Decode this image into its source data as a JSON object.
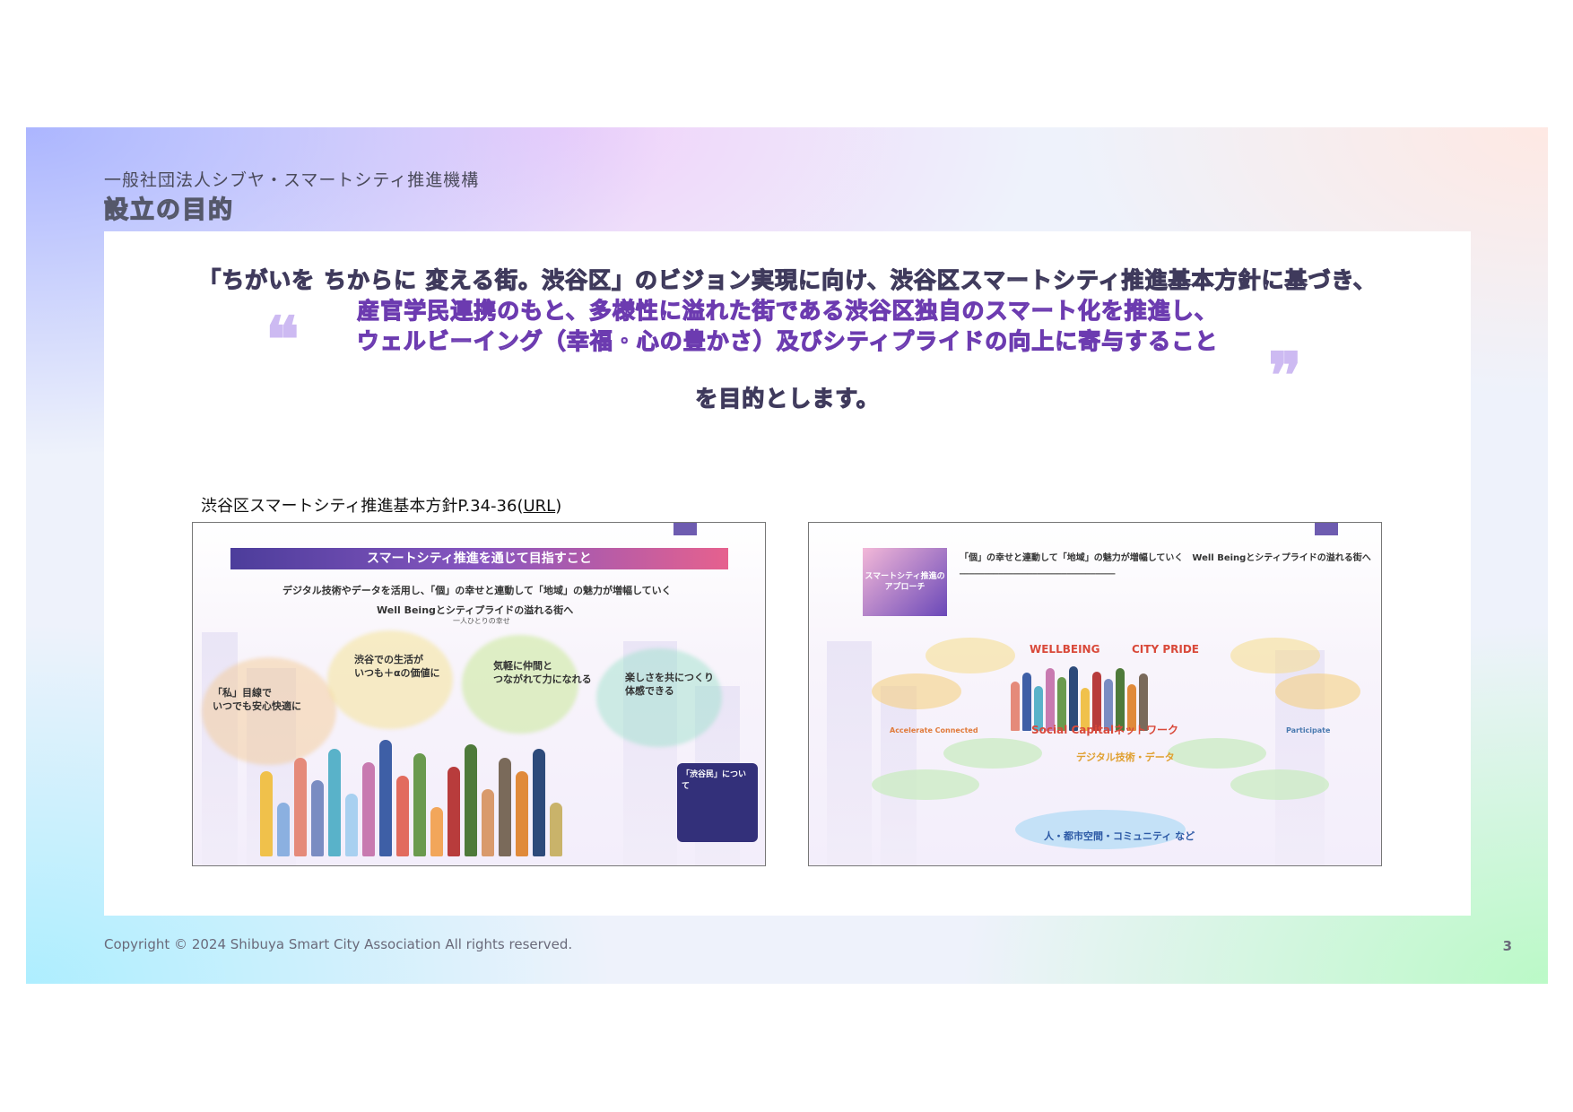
{
  "header": {
    "organization": "一般社団法人シブヤ・スマートシティ推進機構",
    "title": "設立の目的"
  },
  "vision": {
    "line1": "「ちがいを ちからに 変える街。渋谷区」のビジョン実現に向け、渋谷区スマートシティ推進基本方針に基づき、",
    "line2": "産官学民連携のもと、多様性に溢れた街である渋谷区独自のスマート化を推進し、",
    "line3": "ウェルビーイング（幸福・心の豊かさ）及びシティプライドの向上に寄与すること",
    "line4": "を目的とします。",
    "open_quote": "❝",
    "close_quote": "❞"
  },
  "reference": {
    "caption": "渋谷区スマートシティ推進基本方針P.34-36(",
    "link_text": "URL",
    "caption_end": ")"
  },
  "image1": {
    "banner": "スマートシティ推進を通じて目指すこと",
    "heading1": "デジタル技術やデータを活用し、「個」の幸せと連動して「地域」の魅力が増幅していく",
    "heading2": "Well Beingとシティプライドの溢れる街へ",
    "sub": "一人ひとりの幸せ",
    "item1": "「私」目線で\nいつでも安心快適に",
    "item2": "渋谷での生活が\nいつも＋αの価値に",
    "item3": "気軽に仲間と\nつながれて力になれる",
    "item4": "楽しさを共につくり\n体感できる",
    "box": "「渋谷民」について"
  },
  "image2": {
    "approach": "スマートシティ推進の\nアプローチ",
    "heading": "「個」の幸せと連動して「地域」の魅力が増幅していく　Well Beingとシティプライドの溢れる街へ",
    "wellbeing": "WELLBEING",
    "citypride": "CITY PRIDE",
    "social": "Social Capitalネットワーク",
    "digital": "デジタル技術・データ",
    "assets": "人・都市空間・コミュニティ など",
    "accelerate": "Accelerate Connected",
    "participate": "Participate"
  },
  "footer": {
    "copyright": "Copyright © 2024 Shibuya Smart City Association All rights reserved.",
    "page": "3"
  },
  "colors": {
    "accent_purple": "#6c3bb0",
    "quote_mark": "#cdbaf2"
  }
}
